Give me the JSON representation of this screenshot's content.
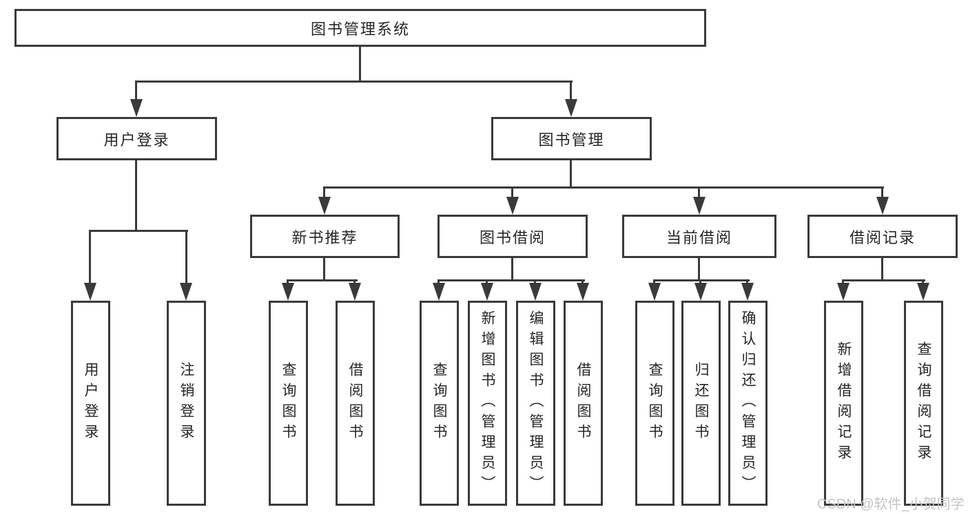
{
  "tree": {
    "root": {
      "label": "图书管理系统"
    },
    "user": {
      "label": "用户登录",
      "children": [
        {
          "label": "用户登录"
        },
        {
          "label": "注销登录"
        }
      ]
    },
    "mgmt": {
      "label": "图书管理",
      "children": [
        {
          "label": "新书推荐",
          "children": [
            {
              "label": "查询图书"
            },
            {
              "label": "借阅图书"
            }
          ]
        },
        {
          "label": "图书借阅",
          "children": [
            {
              "label": "查询图书"
            },
            {
              "label": "新增图书（管理员）"
            },
            {
              "label": "编辑图书（管理员）"
            },
            {
              "label": "借阅图书"
            }
          ]
        },
        {
          "label": "当前借阅",
          "children": [
            {
              "label": "查询图书"
            },
            {
              "label": "归还图书"
            },
            {
              "label": "确认归还（管理员）"
            }
          ]
        },
        {
          "label": "借阅记录",
          "children": [
            {
              "label": "新增借阅记录"
            },
            {
              "label": "查询借阅记录"
            }
          ]
        }
      ]
    }
  },
  "watermark": {
    "text": "CSDN @软件_小贺同学"
  },
  "colors": {
    "line": "#3a3a3a",
    "text": "#262626",
    "watermark": "#c4c4c4",
    "background": "#ffffff"
  }
}
